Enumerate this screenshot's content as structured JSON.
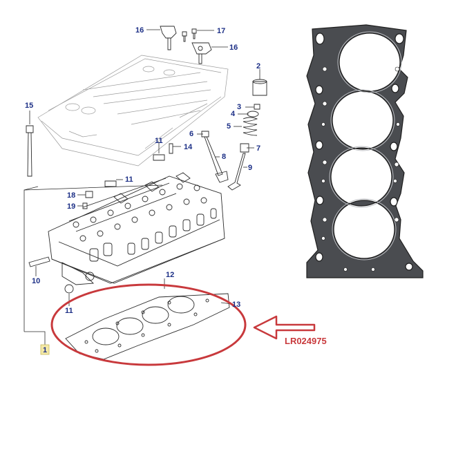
{
  "callouts": {
    "c1": "1",
    "c2": "2",
    "c3": "3",
    "c4": "4",
    "c5": "5",
    "c6": "6",
    "c7": "7",
    "c8": "8",
    "c9": "9",
    "c10": "10",
    "c11a": "11",
    "c11b": "11",
    "c11c": "11",
    "c12": "12",
    "c13": "13",
    "c14": "14",
    "c15": "15",
    "c16a": "16",
    "c16b": "16",
    "c17": "17",
    "c18": "18",
    "c19": "19"
  },
  "part_number": "LR024975",
  "colors": {
    "callout_text": "#1c2f86",
    "highlight": "#c8393c",
    "gasket_fill": "#4a4c50",
    "line_art": "#2a2a2a",
    "ref_box": "#f4e9a8"
  },
  "icons": {
    "pointer": "arrow-left-icon"
  }
}
